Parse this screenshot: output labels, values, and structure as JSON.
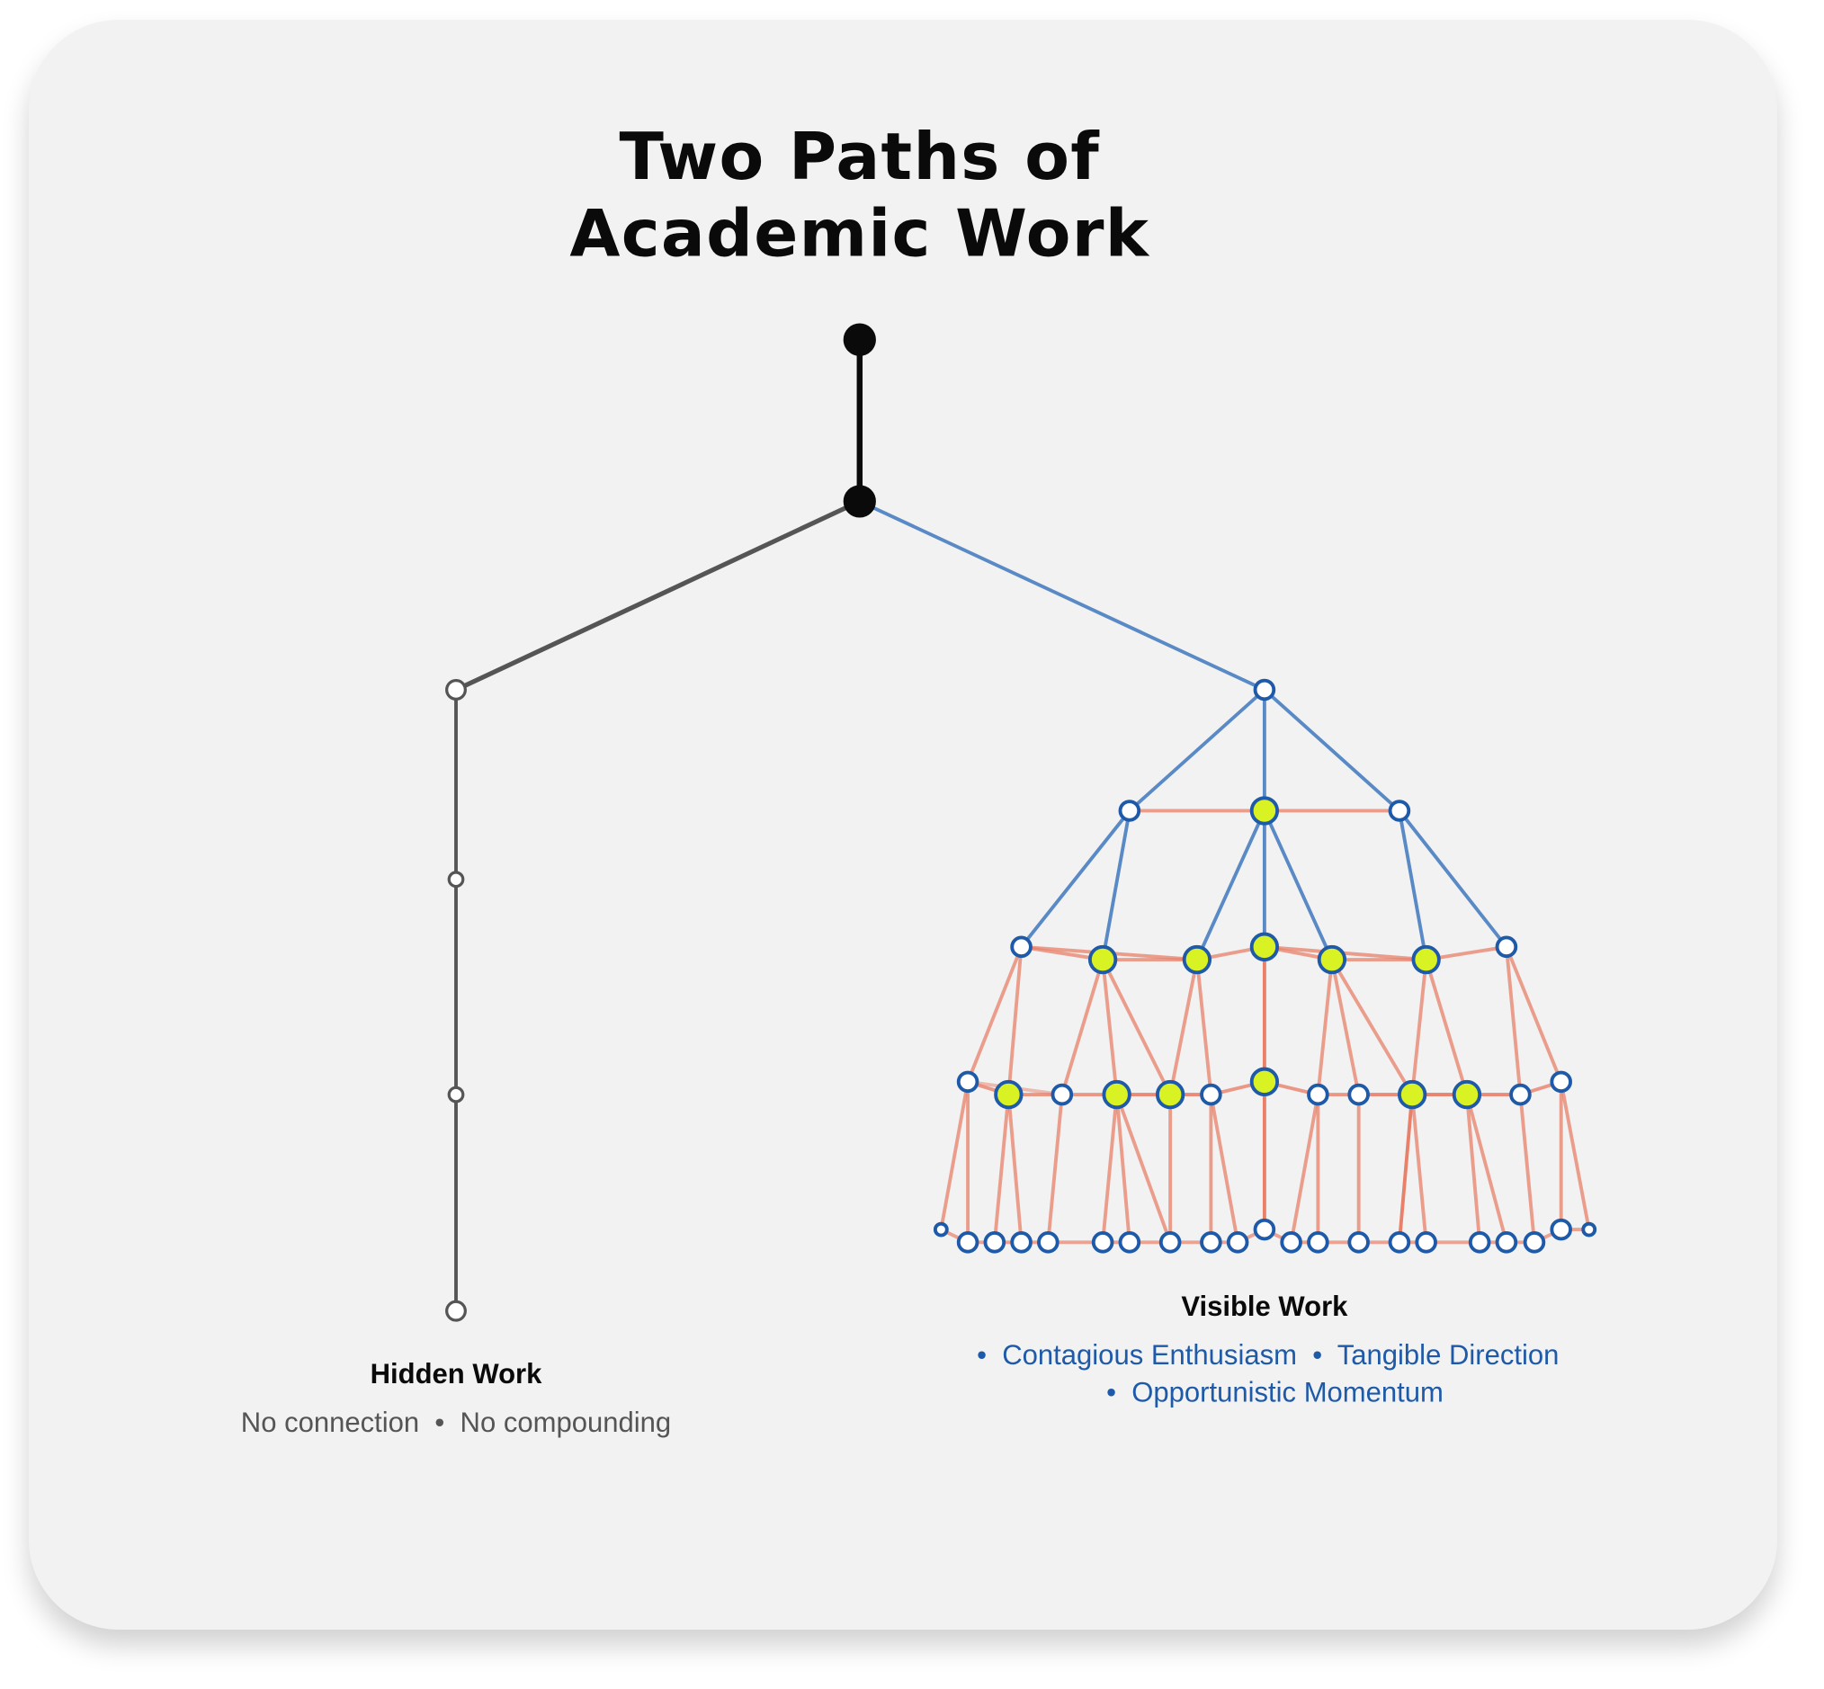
{
  "title": {
    "line1": "Two Paths of",
    "line2": "Academic Work"
  },
  "hidden": {
    "label": "Hidden Work",
    "subtitle": "No connection  •  No compounding"
  },
  "visible": {
    "label": "Visible Work",
    "traits_line1": "•  Contagious Enthusiasm  •  Tangible Direction",
    "traits_line2": "•  Opportunistic Momentum"
  },
  "colors": {
    "trunk": "#0a0a0a",
    "hidden": "#555555",
    "tree": "#5a8ac6",
    "mesh": "#e8806a",
    "node_stroke": "#1f5aa8",
    "highlight": "#d9f224",
    "background": "#f2f2f2"
  }
}
